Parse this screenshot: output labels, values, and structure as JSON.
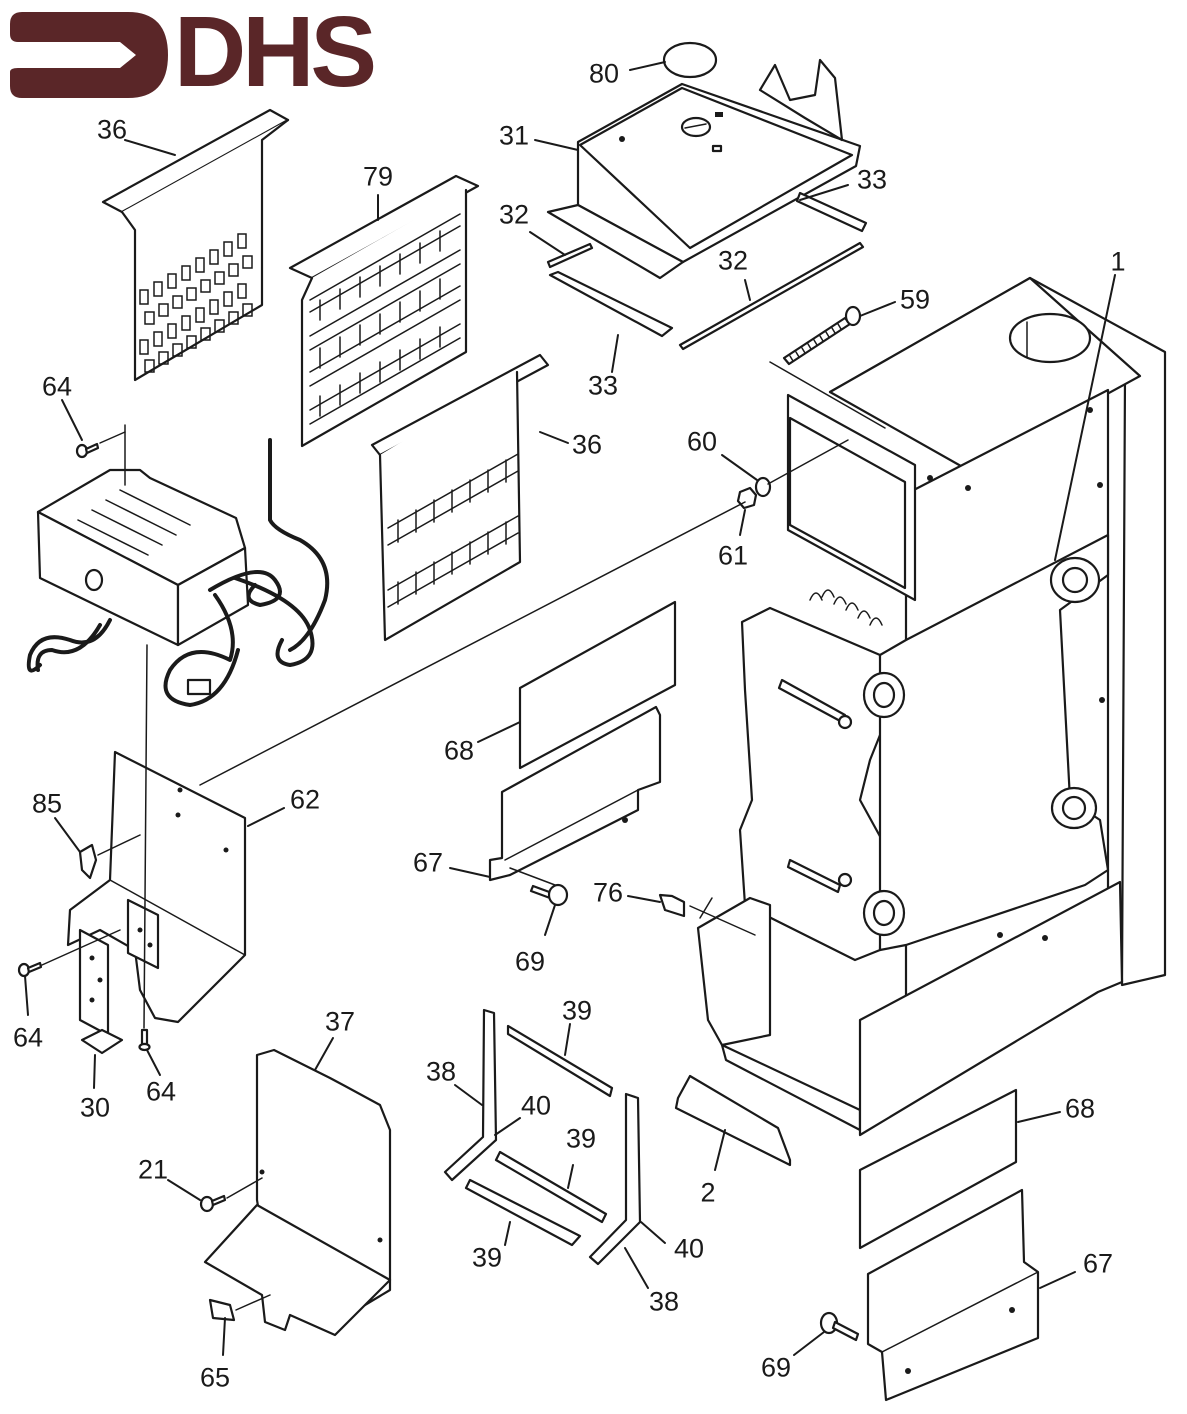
{
  "logo": {
    "text": "DHS",
    "color": "#5a2628",
    "icon": "arrow-right-icon"
  },
  "diagram": {
    "type": "exploded-parts-diagram",
    "line_color": "#1a1a1a",
    "callouts": [
      {
        "id": "c80",
        "label": "80",
        "part": "o-ring-gasket"
      },
      {
        "id": "c31",
        "label": "31",
        "part": "top-flue-collector"
      },
      {
        "id": "c33a",
        "label": "33",
        "part": "gasket-strip"
      },
      {
        "id": "c32a",
        "label": "32",
        "part": "gasket-strip-thin"
      },
      {
        "id": "c32b",
        "label": "32",
        "part": "gasket-strip-thin"
      },
      {
        "id": "c33b",
        "label": "33",
        "part": "gasket-strip"
      },
      {
        "id": "c59",
        "label": "59",
        "part": "long-bolt"
      },
      {
        "id": "c1",
        "label": "1",
        "part": "cabinet-heat-exchanger"
      },
      {
        "id": "c36a",
        "label": "36",
        "part": "baffle-panel"
      },
      {
        "id": "c79",
        "label": "79",
        "part": "baffle-panel-center"
      },
      {
        "id": "c36b",
        "label": "36",
        "part": "baffle-panel"
      },
      {
        "id": "c64a",
        "label": "64",
        "part": "screw"
      },
      {
        "id": "c60",
        "label": "60",
        "part": "washer"
      },
      {
        "id": "c61",
        "label": "61",
        "part": "nut"
      },
      {
        "id": "c68a",
        "label": "68",
        "part": "insulation-panel"
      },
      {
        "id": "c62",
        "label": "62",
        "part": "control-mounting-bracket"
      },
      {
        "id": "c85",
        "label": "85",
        "part": "wing-nut"
      },
      {
        "id": "c67a",
        "label": "67",
        "part": "access-panel"
      },
      {
        "id": "c69a",
        "label": "69",
        "part": "shoulder-bolt"
      },
      {
        "id": "c76",
        "label": "76",
        "part": "clip"
      },
      {
        "id": "c64b",
        "label": "64",
        "part": "screw"
      },
      {
        "id": "c64c",
        "label": "64",
        "part": "screw"
      },
      {
        "id": "c30",
        "label": "30",
        "part": "mounting-bracket"
      },
      {
        "id": "c37",
        "label": "37",
        "part": "bottom-panel"
      },
      {
        "id": "c21",
        "label": "21",
        "part": "screw"
      },
      {
        "id": "c65",
        "label": "65",
        "part": "clip"
      },
      {
        "id": "c38a",
        "label": "38",
        "part": "angle-liner"
      },
      {
        "id": "c39a",
        "label": "39",
        "part": "liner-strip"
      },
      {
        "id": "c40a",
        "label": "40",
        "part": "liner-corner"
      },
      {
        "id": "c39b",
        "label": "39",
        "part": "liner-strip"
      },
      {
        "id": "c39c",
        "label": "39",
        "part": "liner-strip"
      },
      {
        "id": "c40b",
        "label": "40",
        "part": "liner-corner"
      },
      {
        "id": "c38b",
        "label": "38",
        "part": "angle-liner"
      },
      {
        "id": "c2",
        "label": "2",
        "part": "burner-baffle"
      },
      {
        "id": "c68b",
        "label": "68",
        "part": "insulation-panel"
      },
      {
        "id": "c67b",
        "label": "67",
        "part": "access-panel"
      },
      {
        "id": "c69b",
        "label": "69",
        "part": "shoulder-bolt"
      }
    ]
  }
}
